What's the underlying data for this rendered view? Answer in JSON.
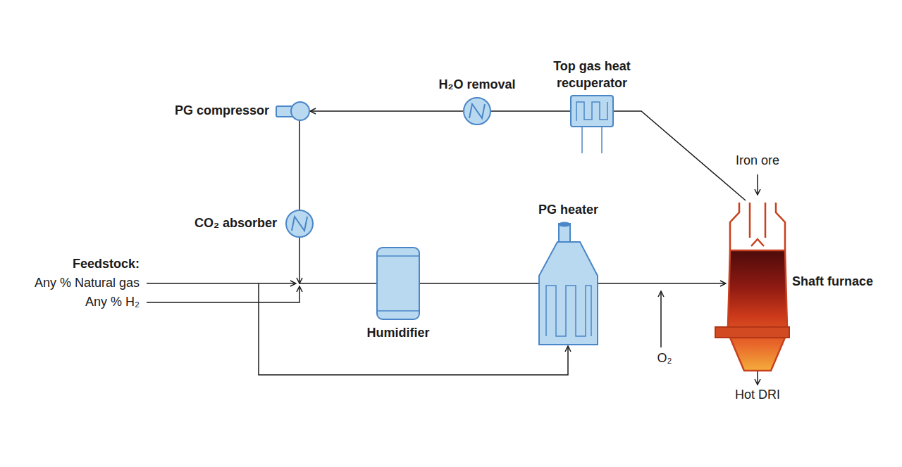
{
  "diagram": {
    "nodes": [
      {
        "text": [
          "PG compressor"
        ]
      },
      {
        "text": [
          "H₂O removal"
        ]
      },
      {
        "text": [
          "Top gas heat recuperator"
        ]
      },
      {
        "text": [
          "CO₂ absorber"
        ]
      },
      {
        "text": [
          "Humidifier"
        ]
      },
      {
        "text": [
          "PG heater"
        ]
      },
      {
        "text": [
          "Shaft furnace"
        ]
      }
    ],
    "edges": [
      {
        "from": 6,
        "to": 2,
        "arrow": "none"
      },
      {
        "from": 2,
        "to": 1,
        "arrow": "none"
      },
      {
        "from": 1,
        "to": 0,
        "arrow": "to"
      },
      {
        "from": 0,
        "to": 3,
        "arrow": "none"
      },
      {
        "from": 3,
        "to": 4,
        "arrow": "to"
      },
      {
        "from": 4,
        "to": 5,
        "arrow": "none"
      },
      {
        "from": 5,
        "to": 6,
        "arrow": "to"
      }
    ],
    "labels": [
      "Feedstock:",
      "Any % Natural gas",
      "Any % H₂",
      "O₂",
      "Iron ore",
      "Hot DRI"
    ]
  }
}
